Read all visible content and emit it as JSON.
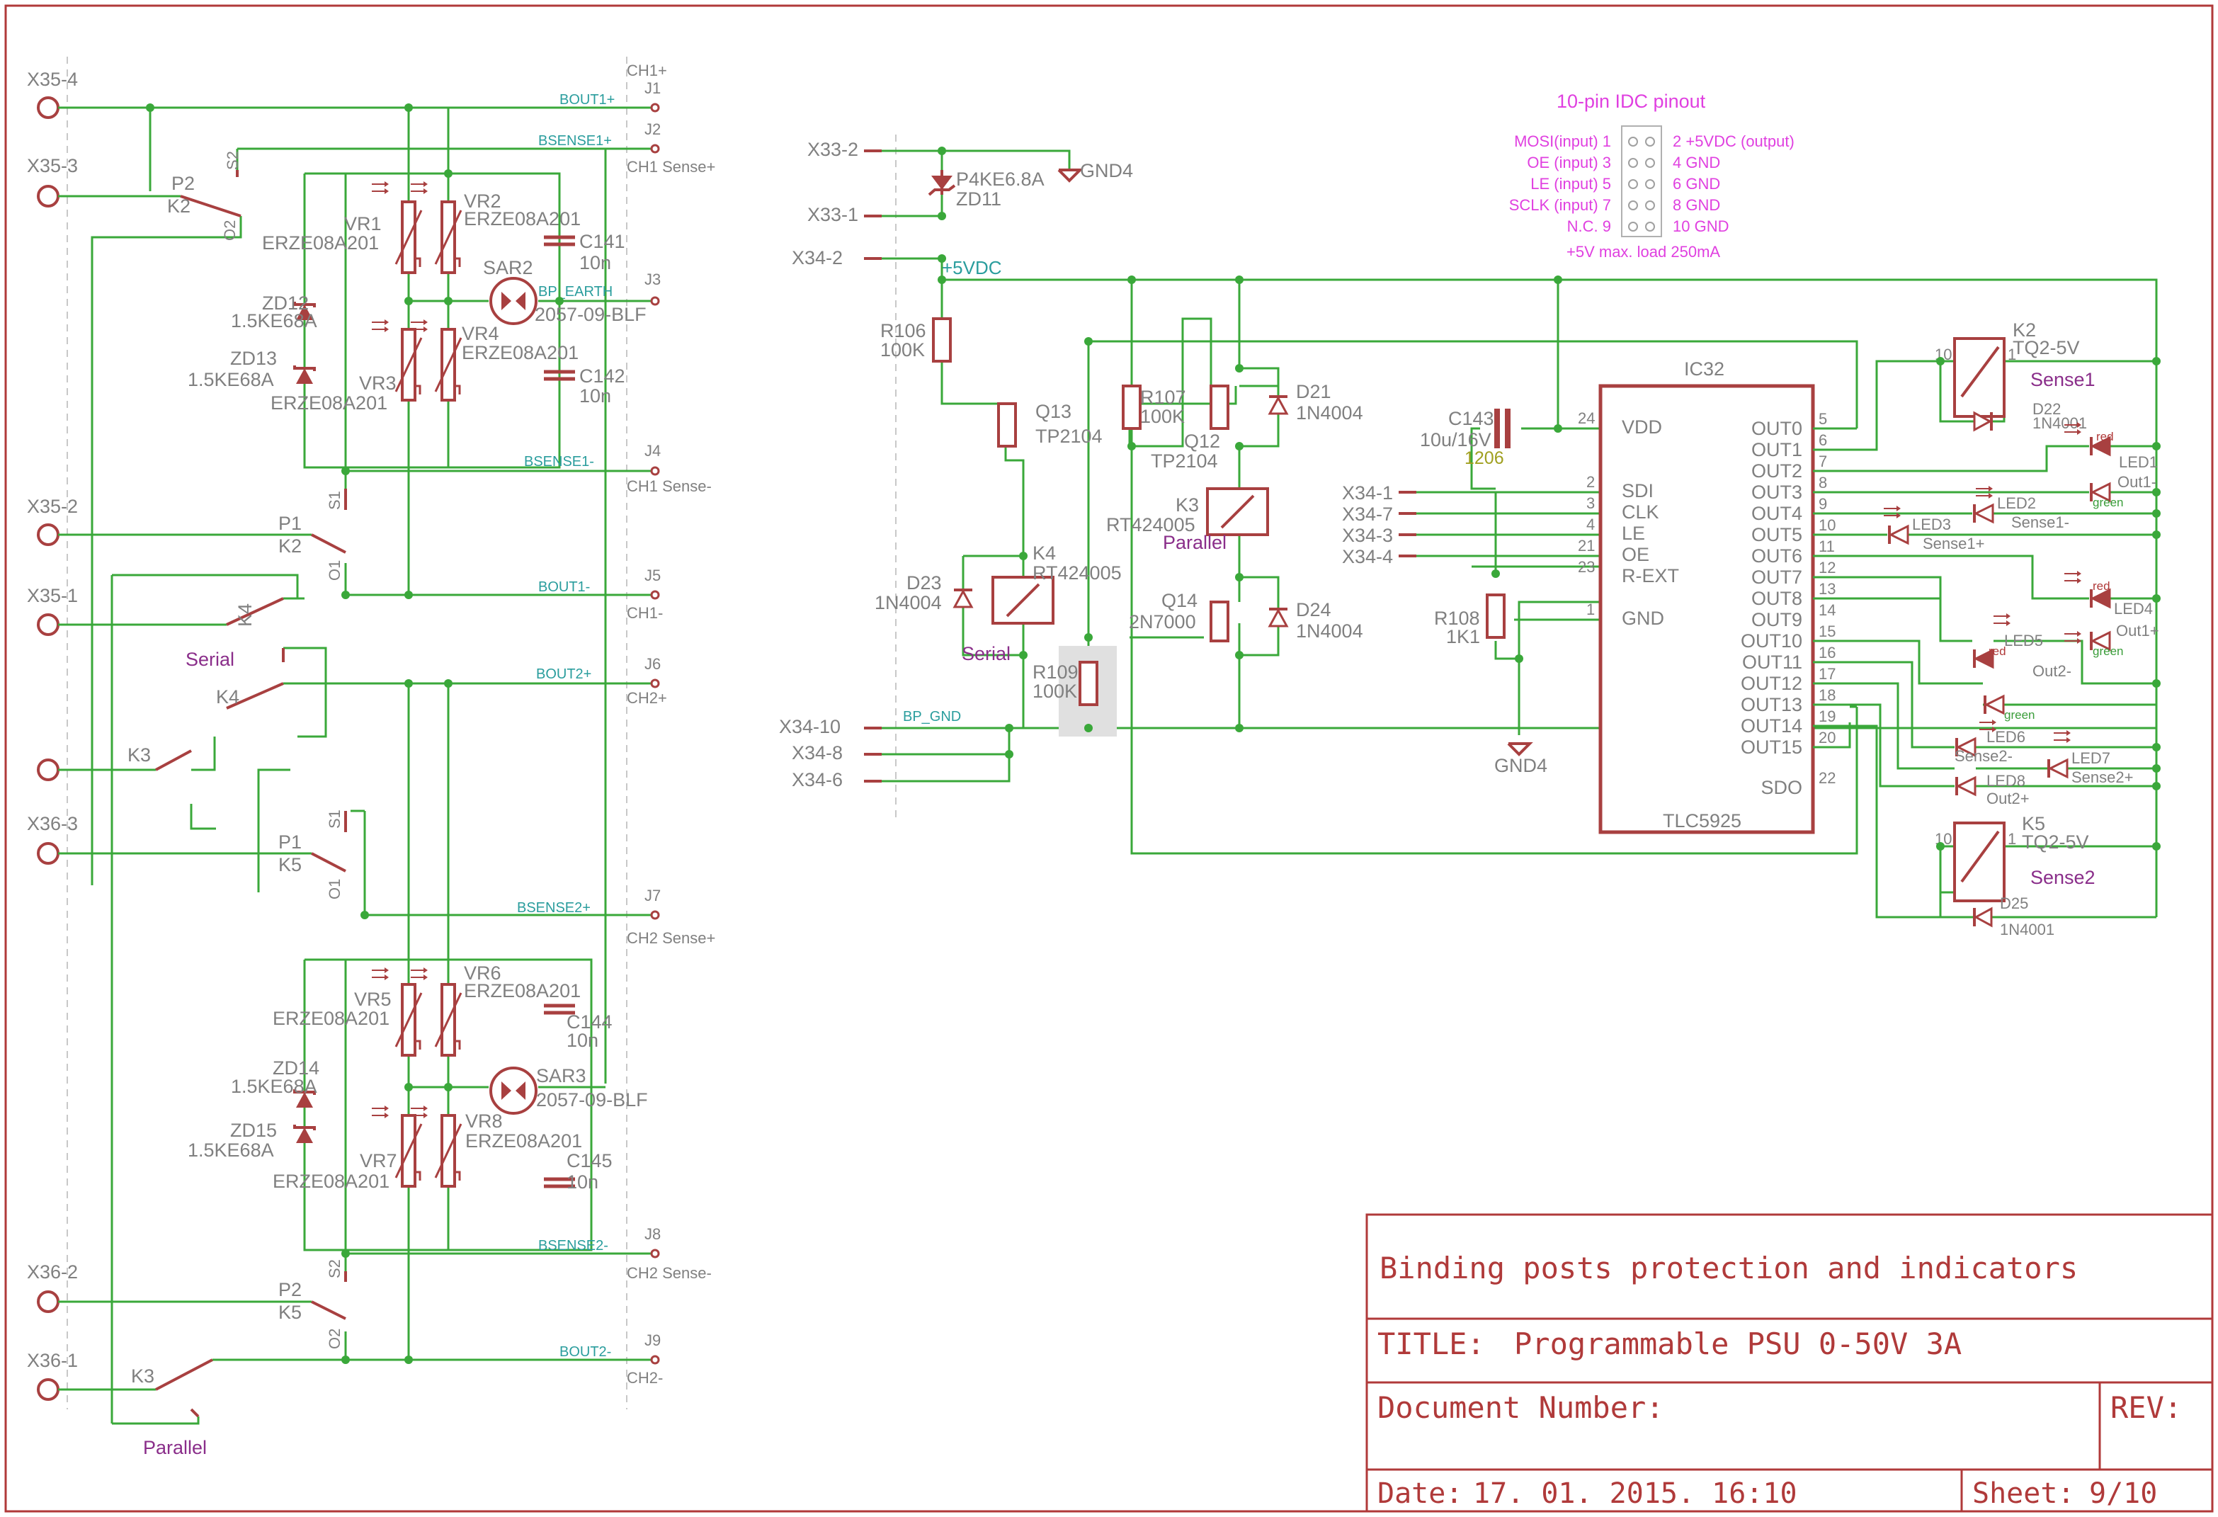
{
  "title_block": {
    "description": "Binding posts protection and indicators",
    "title_label": "TITLE:",
    "title": "Programmable PSU 0-50V 3A",
    "document_number_label": "Document Number:",
    "rev_label": "REV:",
    "date_label": "Date:",
    "date": "17. 01. 2015. 16:10",
    "sheet_label": "Sheet:",
    "sheet": "9/10"
  },
  "idc_pinout": {
    "title": "10-pin IDC pinout",
    "left": [
      "MOSI(input) 1",
      "OE (input) 3",
      "LE (input) 5",
      "SCLK (input) 7",
      "N.C. 9"
    ],
    "right": [
      "2 +5VDC (output)",
      "4 GND",
      "6 GND",
      "8 GND",
      "10 GND"
    ],
    "note": "+5V max. load 250mA"
  },
  "connectors_left": [
    "X35-4",
    "X35-3",
    "X35-2",
    "X35-1",
    "X36-3",
    "X36-2",
    "X36-1"
  ],
  "connectors_mid": [
    "X33-2",
    "X33-1",
    "X34-2",
    "X34-10",
    "X34-8",
    "X34-6"
  ],
  "connectors_ic": [
    "X34-1",
    "X34-7",
    "X34-3",
    "X34-4"
  ],
  "outputs": [
    {
      "net": "BOUT1+",
      "pin": "J1",
      "ch": "CH1+"
    },
    {
      "net": "BSENSE1+",
      "pin": "J2",
      "ch": "CH1 Sense+"
    },
    {
      "net": "BP_EARTH",
      "pin": "J3",
      "ch": ""
    },
    {
      "net": "BSENSE1-",
      "pin": "J4",
      "ch": "CH1 Sense-"
    },
    {
      "net": "BOUT1-",
      "pin": "J5",
      "ch": "CH1-"
    },
    {
      "net": "BOUT2+",
      "pin": "J6",
      "ch": "CH2+"
    },
    {
      "net": "BSENSE2+",
      "pin": "J7",
      "ch": "CH2 Sense+"
    },
    {
      "net": "BSENSE2-",
      "pin": "J8",
      "ch": "CH2 Sense-"
    },
    {
      "net": "BOUT2-",
      "pin": "J9",
      "ch": "CH2-"
    }
  ],
  "relay_groups": {
    "serial": "Serial",
    "parallel": "Parallel",
    "sense1": "Sense1",
    "sense2": "Sense2"
  },
  "relay_contacts": {
    "k2_p2": "P2",
    "k2_name": "K2",
    "k2_o2": "O2",
    "k2_s2": "S2",
    "k2_p1": "P1",
    "k2_o1": "O1",
    "k2_s1": "S1",
    "k4": "K4",
    "k3": "K3",
    "k5_p1": "P1",
    "k5_name": "K5",
    "k5_o1": "O1",
    "k5_s1": "S1",
    "k5_p2": "P2",
    "k5_o2": "O2",
    "k5_s2": "S2"
  },
  "components": {
    "vr1": "VR1",
    "vr1_v": "ERZE08A201",
    "vr2": "VR2",
    "vr2_v": "ERZE08A201",
    "vr3": "VR3",
    "vr3_v": "ERZE08A201",
    "vr4": "VR4",
    "vr4_v": "ERZE08A201",
    "vr5": "VR5",
    "vr5_v": "ERZE08A201",
    "vr6": "VR6",
    "vr6_v": "ERZE08A201",
    "vr7": "VR7",
    "vr7_v": "ERZE08A201",
    "vr8": "VR8",
    "vr8_v": "ERZE08A201",
    "zd12": "ZD12",
    "zd12_v": "1.5KE68A",
    "zd13": "ZD13",
    "zd13_v": "1.5KE68A",
    "zd14": "ZD14",
    "zd14_v": "1.5KE68A",
    "zd15": "ZD15",
    "zd15_v": "1.5KE68A",
    "c141": "C141",
    "c141_v": "10n",
    "c142": "C142",
    "c142_v": "10n",
    "c144": "C144",
    "c144_v": "10n",
    "c145": "C145",
    "c145_v": "10n",
    "sar2": "SAR2",
    "sar2_v": "2057-09-BLF",
    "sar3": "SAR3",
    "sar3_v": "2057-09-BLF",
    "zd11": "ZD11",
    "zd11_v": "P4KE6.8A",
    "gnd4": "GND4",
    "r106": "R106",
    "r106_v": "100K",
    "q13": "Q13",
    "q13_v": "TP2104",
    "r107": "R107",
    "r107_v": "100K",
    "q12": "Q12",
    "q12_v": "TP2104",
    "d21": "D21",
    "d21_v": "1N4004",
    "k3": "K3",
    "k3_v": "RT424005",
    "k4": "K4",
    "k4_v": "RT424005",
    "d23": "D23",
    "d23_v": "1N4004",
    "q14": "Q14",
    "q14_v": "2N7000",
    "d24": "D24",
    "d24_v": "1N4004",
    "r109": "R109",
    "r109_v": "100K",
    "c143": "C143",
    "c143_v": "10u/16V",
    "c143_pkg": "1206",
    "r108": "R108",
    "r108_v": "1K1",
    "ic32": "IC32",
    "ic32_v": "TLC5925",
    "k2": "K2",
    "k2_v": "TQ2-5V",
    "d22": "D22",
    "d22_v": "1N4001",
    "k5": "K5",
    "k5_v": "TQ2-5V",
    "d25": "D25",
    "d25_v": "1N4001",
    "vcc": "+5VDC",
    "bp_gnd": "BP_GND"
  },
  "ic32_pins": {
    "left": [
      {
        "num": "24",
        "name": "VDD"
      },
      {
        "num": "2",
        "name": "SDI"
      },
      {
        "num": "3",
        "name": "CLK"
      },
      {
        "num": "4",
        "name": "LE"
      },
      {
        "num": "21",
        "name": "OE"
      },
      {
        "num": "23",
        "name": "R-EXT"
      },
      {
        "num": "1",
        "name": "GND"
      }
    ],
    "right": [
      {
        "num": "5",
        "name": "OUT0"
      },
      {
        "num": "6",
        "name": "OUT1"
      },
      {
        "num": "7",
        "name": "OUT2"
      },
      {
        "num": "8",
        "name": "OUT3"
      },
      {
        "num": "9",
        "name": "OUT4"
      },
      {
        "num": "10",
        "name": "OUT5"
      },
      {
        "num": "11",
        "name": "OUT6"
      },
      {
        "num": "12",
        "name": "OUT7"
      },
      {
        "num": "13",
        "name": "OUT8"
      },
      {
        "num": "14",
        "name": "OUT9"
      },
      {
        "num": "15",
        "name": "OUT10"
      },
      {
        "num": "16",
        "name": "OUT11"
      },
      {
        "num": "17",
        "name": "OUT12"
      },
      {
        "num": "18",
        "name": "OUT13"
      },
      {
        "num": "19",
        "name": "OUT14"
      },
      {
        "num": "20",
        "name": "OUT15"
      },
      {
        "num": "22",
        "name": "SDO"
      }
    ]
  },
  "relay_pins": {
    "k2_10": "10",
    "k2_1": "1",
    "k5_10": "10",
    "k5_1": "1"
  },
  "leds": {
    "led1": "LED1",
    "led1_n": "Out1-",
    "led1_c": "red",
    "led1_c2": "green",
    "led2": "LED2",
    "led2_n": "Sense1-",
    "led3": "LED3",
    "led3_n": "Sense1+",
    "led4": "LED4",
    "led4_n": "Out1+",
    "led4_c": "red",
    "led4_c2": "green",
    "led5": "LED5",
    "led5_n": "Out2-",
    "led5_c": "red",
    "led5_c2": "green",
    "led6": "LED6",
    "led6_n": "Sense2-",
    "led7": "LED7",
    "led7_n": "Sense2+",
    "led8": "LED8",
    "led8_n": "Out2+"
  }
}
